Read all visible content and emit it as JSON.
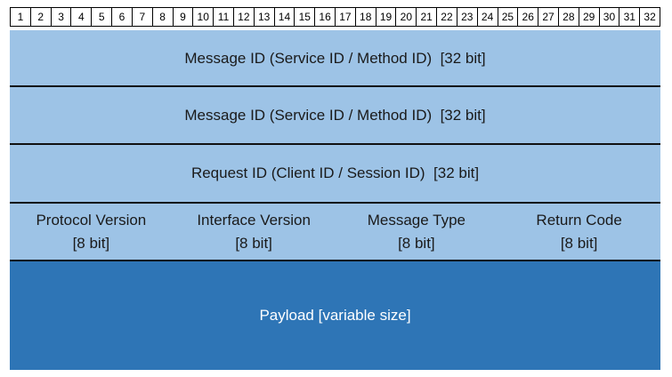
{
  "bit_ruler": [
    "1",
    "2",
    "3",
    "4",
    "5",
    "6",
    "7",
    "8",
    "9",
    "10",
    "11",
    "12",
    "13",
    "14",
    "15",
    "16",
    "17",
    "18",
    "19",
    "20",
    "21",
    "22",
    "23",
    "24",
    "25",
    "26",
    "27",
    "28",
    "29",
    "30",
    "31",
    "32"
  ],
  "rows": [
    {
      "text": "Message ID (Service ID / Method ID)  [32 bit]"
    },
    {
      "text": "Message ID (Service ID / Method ID)  [32 bit]"
    },
    {
      "text": "Request ID (Client ID / Session ID)  [32 bit]"
    }
  ],
  "fields": [
    {
      "name": "Protocol Version",
      "size": "[8 bit]"
    },
    {
      "name": "Interface Version",
      "size": "[8 bit]"
    },
    {
      "name": "Message Type",
      "size": "[8 bit]"
    },
    {
      "name": "Return Code",
      "size": "[8 bit]"
    }
  ],
  "payload": {
    "text": "Payload [variable size]"
  },
  "colors": {
    "header_fill": "#9dc3e6",
    "payload_fill": "#2e75b6",
    "separator": "#111111"
  }
}
